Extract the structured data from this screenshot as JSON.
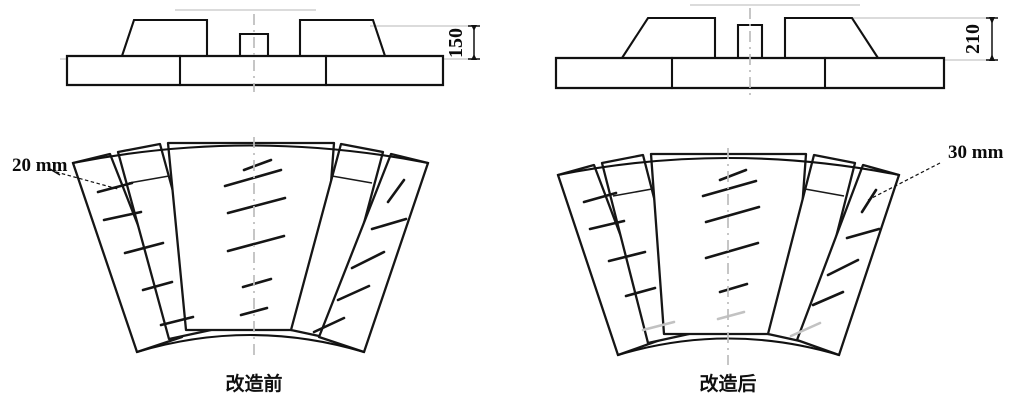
{
  "figure": {
    "kind": "engineering-drawing",
    "description": "Comparison of stator/rotor segment profile and fan-shaped lamination sector before and after modification",
    "background_color": "#ffffff",
    "line_color": "#111111",
    "faded_slot_color": "#c2c2c2",
    "centerline_color": "#bdbdbd"
  },
  "left_panel": {
    "id": "before",
    "caption": "改造前",
    "cross_section": {
      "dimension_label": "150",
      "dimension_unit_implied": "mm",
      "orientation": "vertical-rotated"
    },
    "fan": {
      "annotation_label": "20 mm",
      "sector_count": 5,
      "slot_counts": [
        5,
        1,
        6,
        1,
        5
      ],
      "faded_slots": 0
    }
  },
  "right_panel": {
    "id": "after",
    "caption": "改造后",
    "cross_section": {
      "dimension_label": "210",
      "dimension_unit_implied": "mm",
      "orientation": "vertical-rotated"
    },
    "fan": {
      "annotation_label": "30 mm",
      "sector_count": 5,
      "slot_counts": [
        5,
        1,
        6,
        1,
        5
      ],
      "faded_slots": 3
    }
  }
}
